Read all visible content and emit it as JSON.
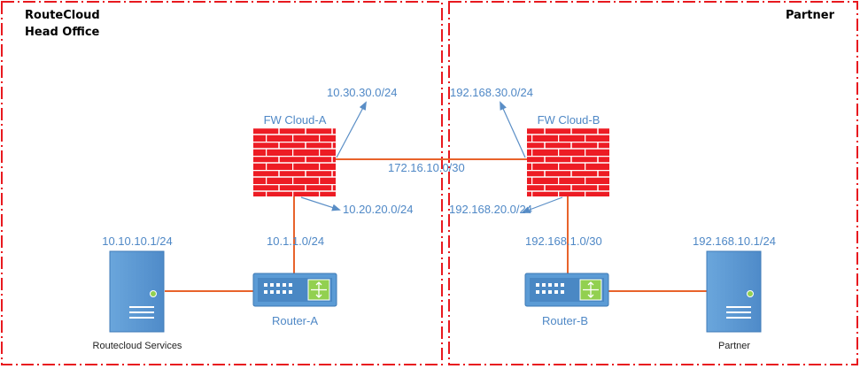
{
  "zones": {
    "head_office": {
      "title_line1": "RouteCloud",
      "title_line2": "Head Office"
    },
    "partner": {
      "title": "Partner"
    }
  },
  "nodes": {
    "fw_a": {
      "label": "FW Cloud-A"
    },
    "fw_b": {
      "label": "FW Cloud-B"
    },
    "router_a": {
      "label": "Router-A"
    },
    "router_b": {
      "label": "Router-B"
    },
    "server_a": {
      "label": "Routecloud Services",
      "ip": "10.10.10.1/24"
    },
    "server_b": {
      "label": "Partner",
      "ip": "192.168.10.1/24"
    }
  },
  "networks": {
    "fw_a_net1": "10.30.30.0/24",
    "fw_a_net2": "10.20.20.0/24",
    "fw_b_net1": "192.168.30.0/24",
    "fw_b_net2": "192.168.20.0/24",
    "fw_link": "172.16.10.0/30",
    "link_a": "10.1.1.0/24",
    "link_b": "192.168.1.0/30"
  },
  "colors": {
    "zone_border": "#e8191f",
    "firewall": "#ed1c24",
    "brick_mortar": "#ffffff",
    "link": "#e8632b",
    "label": "#4f88c6",
    "arrow": "#5a8ec6",
    "device": "#5b9bd5"
  }
}
